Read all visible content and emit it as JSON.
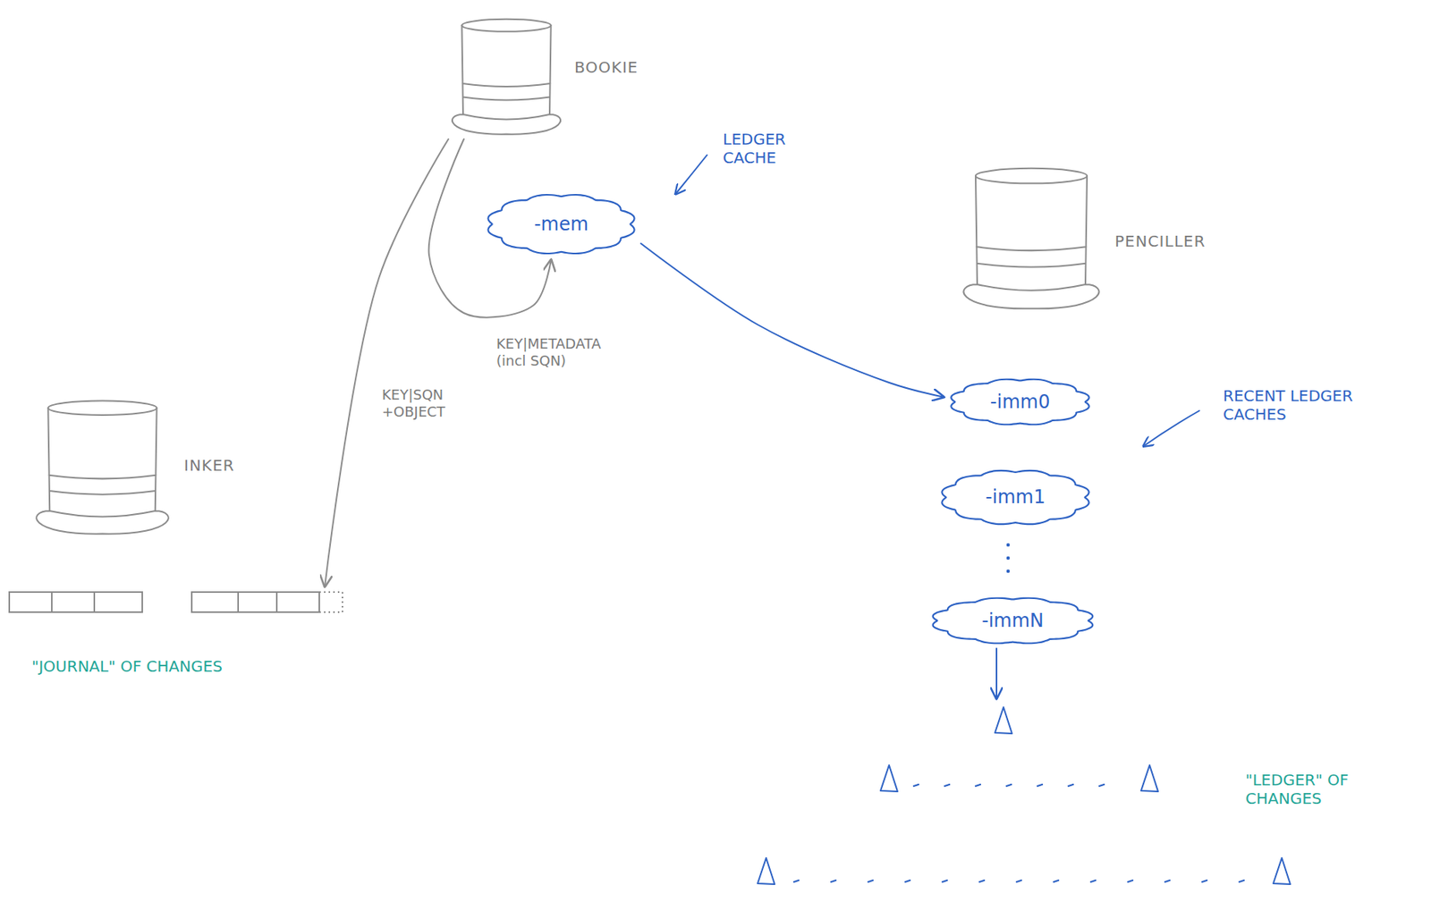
{
  "diagram": {
    "nodes": [
      {
        "text": [
          "BOOKIE"
        ]
      },
      {
        "text": [
          "-mem"
        ]
      },
      {
        "text": [
          "PENCILLER"
        ]
      },
      {
        "text": [
          "INKER"
        ]
      },
      {
        "text": [
          "-imm0"
        ]
      },
      {
        "text": [
          "-imm1"
        ]
      },
      {
        "text": [
          "-immN"
        ]
      },
      {
        "text": [
          "\"JOURNAL\" OF CHANGES"
        ]
      },
      {
        "text": [
          "\"LEDGER\" OF CHANGES"
        ]
      }
    ],
    "edges": [
      {
        "from": 0,
        "to": 7,
        "label": "KEY|SQN +OBJECT",
        "arrow": "to"
      },
      {
        "from": 0,
        "to": 1,
        "label": "KEY|METADATA (incl SQN)",
        "arrow": "to"
      },
      {
        "from": 1,
        "to": 4,
        "arrow": "to"
      },
      {
        "from": 6,
        "to": 8,
        "arrow": "to"
      }
    ],
    "labels": [
      "LEDGER CACHE",
      "RECENT LEDGER CACHES"
    ]
  }
}
